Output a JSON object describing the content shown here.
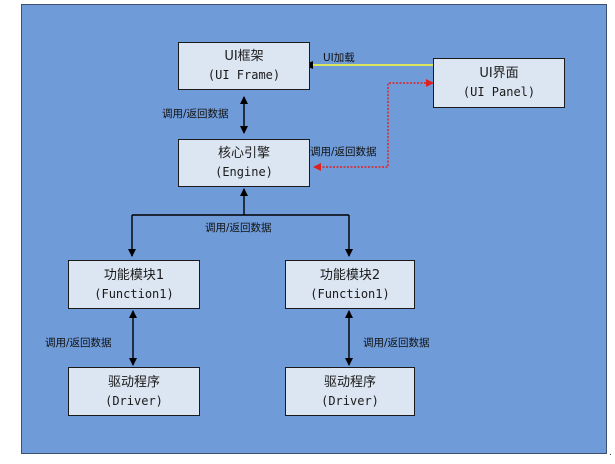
{
  "nodes": {
    "ui_frame": {
      "title": "UI框架",
      "subtitle": "(UI Frame)"
    },
    "ui_panel": {
      "title": "UI界面",
      "subtitle": "(UI Panel)"
    },
    "engine": {
      "title": "核心引擎",
      "subtitle": "(Engine)"
    },
    "function_a": {
      "title": "功能模块1",
      "subtitle": "(Function1)"
    },
    "function_b": {
      "title": "功能模块2",
      "subtitle": "(Function1)"
    },
    "driver_a": {
      "title": "驱动程序",
      "subtitle": "(Driver)"
    },
    "driver_b": {
      "title": "驱动程序",
      "subtitle": "(Driver)"
    }
  },
  "edges": {
    "load": "UI加载",
    "frame_engine": "调用/返回数据",
    "panel_engine": "调用/返回数据",
    "engine_functions": "调用/返回数据",
    "function_a_driver": "调用/返回数据",
    "function_b_driver": "调用/返回数据"
  },
  "colors": {
    "background": "#6f9bd8",
    "box_fill": "#dce6f2",
    "arrow_default": "#000000",
    "arrow_load": "#ffff33",
    "arrow_panel": "#e0201e"
  },
  "page_mark": "."
}
